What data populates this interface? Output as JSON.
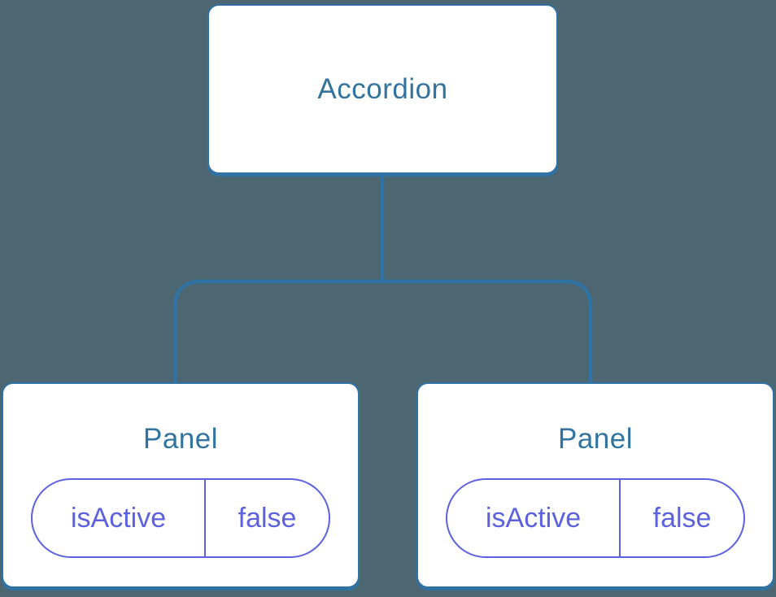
{
  "diagram": {
    "description": "Component tree diagram: Accordion parent with two Panel children holding state",
    "colors": {
      "background": "#4C6772",
      "node_background": "#FFFFFF",
      "node_border_blue": "#2F72A3",
      "node_label_blue": "#32749F",
      "state_purple": "#5C62DF"
    },
    "tree": {
      "root": {
        "label": "Accordion"
      },
      "children": [
        {
          "label": "Panel",
          "state": {
            "key": "isActive",
            "value": "false"
          }
        },
        {
          "label": "Panel",
          "state": {
            "key": "isActive",
            "value": "false"
          }
        }
      ]
    }
  }
}
